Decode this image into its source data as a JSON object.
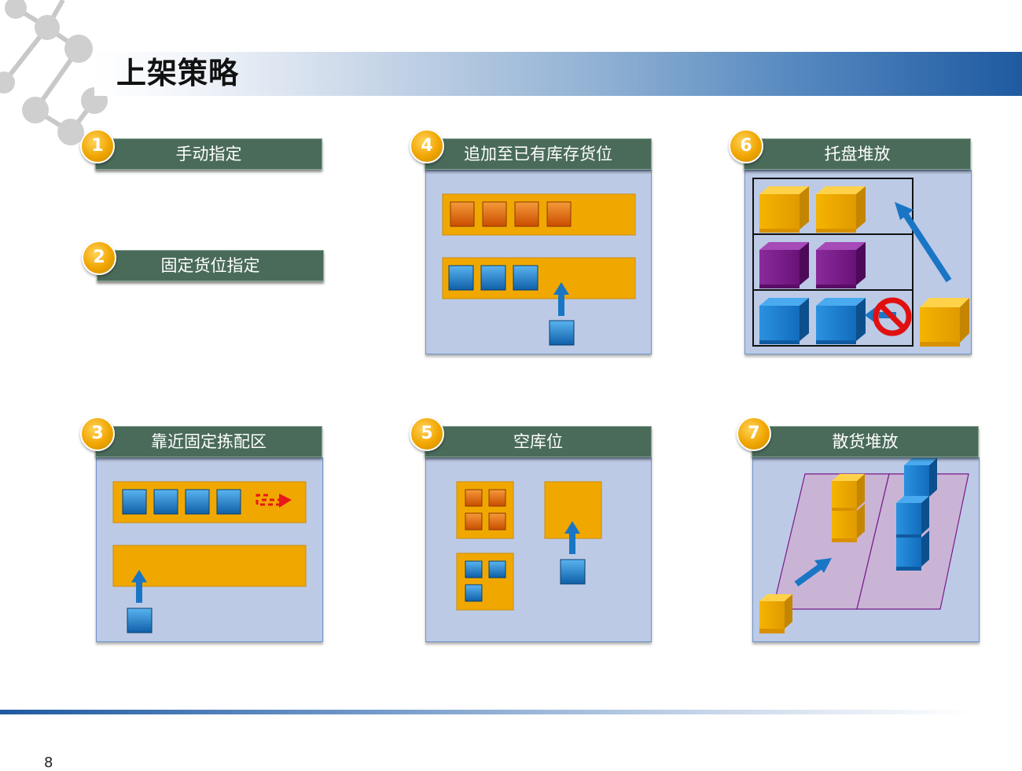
{
  "slide": {
    "title": "上架策略",
    "page_number": "8"
  },
  "strategies": [
    {
      "number": "1",
      "label": "手动指定"
    },
    {
      "number": "2",
      "label": "固定货位指定"
    },
    {
      "number": "3",
      "label": "靠近固定拣配区"
    },
    {
      "number": "4",
      "label": "追加至已有库存货位"
    },
    {
      "number": "5",
      "label": "空库位"
    },
    {
      "number": "6",
      "label": "托盘堆放"
    },
    {
      "number": "7",
      "label": "散货堆放"
    }
  ],
  "colors": {
    "header_bg": "#4a6b5a",
    "badge": "#f0a500",
    "panel_bg": "#bccae6",
    "shelf": "#f0a800",
    "box_blue": "#1a82d0",
    "box_orange": "#e0600a",
    "pallet_purple": "#7a1a8a",
    "arrow_blue": "#1a76c4",
    "prohibit_red": "#e01010",
    "title_band_end": "#1f5aa0"
  }
}
